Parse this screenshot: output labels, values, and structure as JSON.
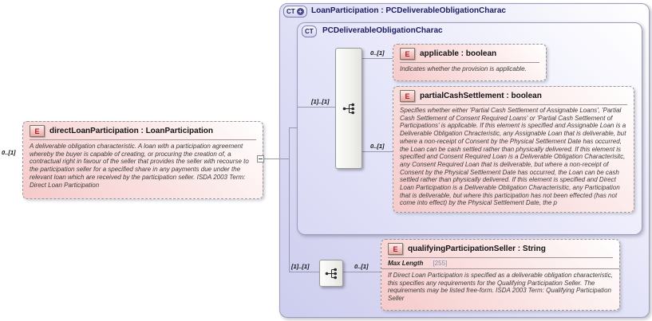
{
  "diagram": {
    "root": {
      "badge": "CT",
      "plus": "+",
      "title": "LoanParticipation : PCDeliverableObligationCharac"
    },
    "base": {
      "badge": "CT",
      "title": "PCDeliverableObligationCharac"
    },
    "direct": {
      "badge": "E",
      "cardinality": "0..[1]",
      "name": "directLoanParticipation : LoanParticipation",
      "doc": "A deliverable obligation characteristic. A loan with a participation agreement whereby the buyer is capable of creating, or procuring the creation of, a contractual right in favour of the seller that provides the seller with recourse to the participation seller for a specified share in any payments due under the relevant loan which are received by the participation seller. ISDA 2003 Term: Direct Loan Participation"
    },
    "seq_inner": {
      "cardinality": "[1]..[1]"
    },
    "seq_outer": {
      "cardinality": "[1]..[1]"
    },
    "applicable": {
      "badge": "E",
      "cardinality": "0..[1]",
      "name": "applicable : boolean",
      "doc": "Indicates whether the provision is applicable."
    },
    "partial": {
      "badge": "E",
      "cardinality": "0..[1]",
      "name": "partialCashSettlement : boolean",
      "doc": "Specifies whether either 'Partial Cash Settlement of Assignable Loans', 'Partial Cash Settlement of Consent Required Loans' or 'Partial Cash Settlement of Participations' is applicable. If this element is specified and Assignable Loan is a Deliverable Obligation Chracteristic, any Assignable Loan that is deliverable, but where a non-receipt of Consent by the Physical Settlement Date has occurred, the Loan can be cash settled rather than physically delivered. If this element is specified and Consent Required Loan is a Deliverable Obligation Characterisitc, any Consent Required Loan that is deliverable, but where a non-receipt of Consent by the Physical Settlement Date has occurred, the Loan can be cash settled rather than physically delivered. If this element is specified and Direct Loan Participation is a Deliverable Obligation Characterisitic, any Participation that is deliverable, but where this participation has not been effected (has not come into effect) by the Physical Settlement Date, the p"
    },
    "qualifying": {
      "badge": "E",
      "cardinality": "0..[1]",
      "name": "qualifyingParticipationSeller : String",
      "facet_label": "Max Length",
      "facet_value": "[255]",
      "doc": "If Direct Loan Participation is specified as a deliverable obligation characteristic, this specifies any requirements for the Qualifying Participation Seller. The requirements may be listed free-form. ISDA 2003 Term: Qualifying Participation Seller"
    },
    "colors": {
      "lavender_fill": "#d8d8f4",
      "pink_fill": "#f5caca",
      "connector": "#9a9aae",
      "navy_title": "#1c1c60",
      "badge_red": "#a22222"
    }
  }
}
